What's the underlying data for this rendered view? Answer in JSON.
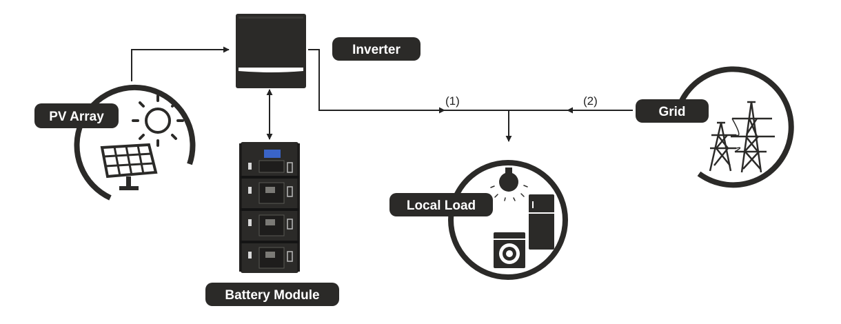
{
  "labels": {
    "pv_array": "PV Array",
    "inverter": "Inverter",
    "battery_module": "Battery Module",
    "local_load": "Local Load",
    "grid": "Grid"
  },
  "flows": {
    "inverter_to_load": "(1)",
    "grid_to_load": "(2)"
  },
  "colors": {
    "dark": "#2b2a28",
    "line": "#222222",
    "battery_screen": "#3a64c8",
    "label_text": "#ffffff"
  },
  "icons": {
    "pv": [
      "sun-icon",
      "solar-panel-icon"
    ],
    "inverter": "inverter-icon",
    "battery": "battery-rack-icon",
    "load": [
      "light-bulb-icon",
      "refrigerator-icon",
      "washing-machine-icon"
    ],
    "grid": "transmission-tower-icon"
  }
}
